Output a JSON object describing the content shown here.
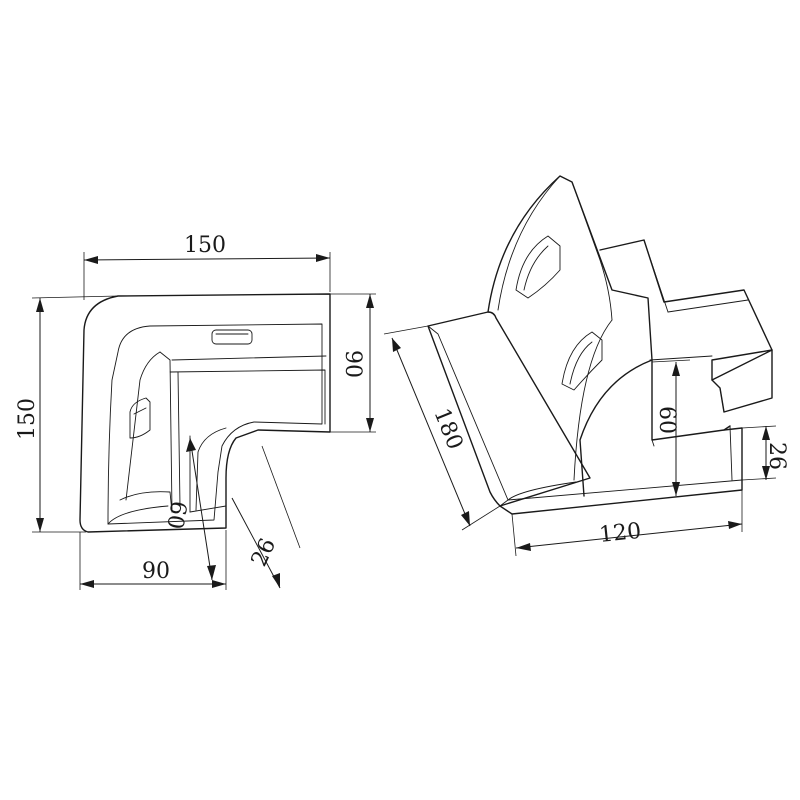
{
  "left_view": {
    "dim_top_width": "150",
    "dim_left_height": "150",
    "dim_right_height": "90",
    "dim_bottom_width": "90",
    "dim_inner_height": "60",
    "dim_slot_width": "26"
  },
  "right_view": {
    "dim_length": "180",
    "dim_width": "120",
    "dim_height": "60",
    "dim_slot_width": "26"
  }
}
